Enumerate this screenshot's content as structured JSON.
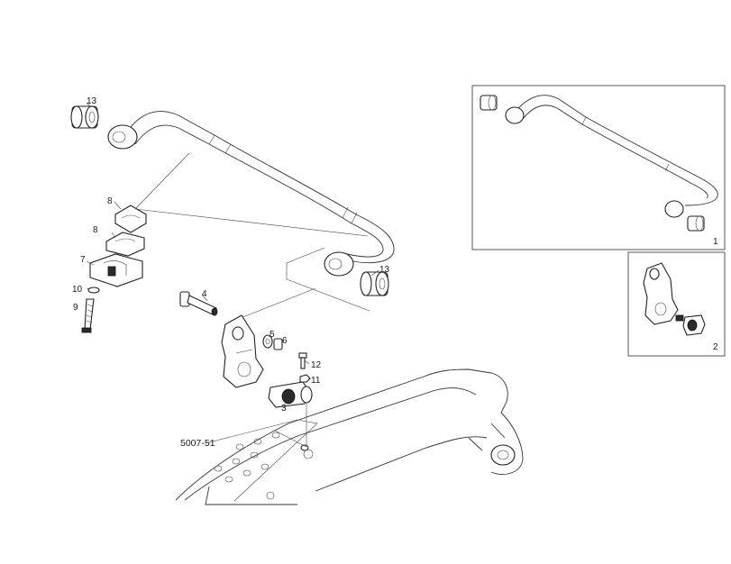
{
  "figure_number": "5007-51",
  "callouts": {
    "c1": "1",
    "c2": "2",
    "c3": "3",
    "c4": "4",
    "c5": "5",
    "c6": "6",
    "c7": "7",
    "c8a": "8",
    "c8b": "8",
    "c9": "9",
    "c10": "10",
    "c11": "11",
    "c12": "12",
    "c13a": "13",
    "c13b": "13"
  }
}
